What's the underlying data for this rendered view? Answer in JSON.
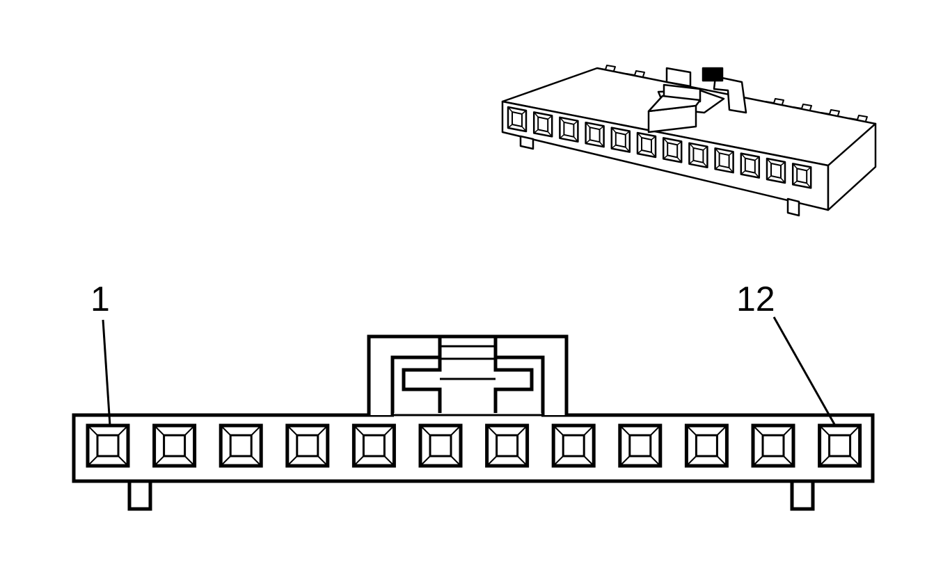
{
  "diagram": {
    "pin_count": 12,
    "labels": {
      "first_pin": "1",
      "last_pin": "12"
    },
    "colors": {
      "stroke": "#000000",
      "background": "#ffffff"
    }
  }
}
